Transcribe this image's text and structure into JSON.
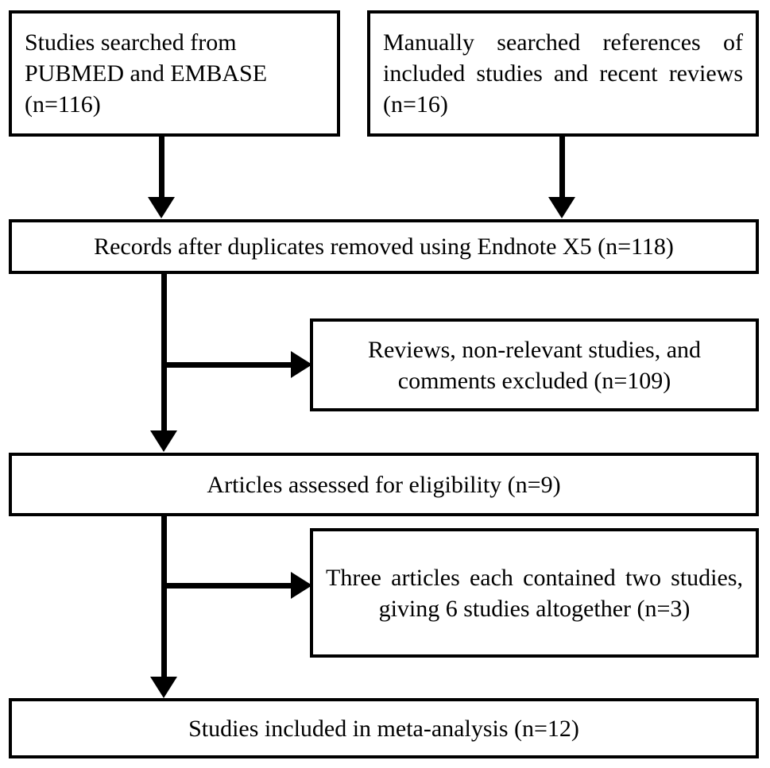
{
  "diagram": {
    "title": "PRISMA study selection flow diagram",
    "type": "flowchart",
    "background_color": "#ffffff",
    "line_color": "#000000",
    "text_color": "#000000",
    "nodes": [
      {
        "id": "identification-database",
        "text": "Studies searched from PUBMED and EMBASE (n=116)",
        "count_label": "(n=116)",
        "count": 116,
        "align": "left"
      },
      {
        "id": "identification-manual",
        "text": "Manually searched references of included studies and recent reviews (n=16)",
        "count_label": "(n=16)",
        "count": 16,
        "align": "justify"
      },
      {
        "id": "records-deduplicated",
        "text": "Records after duplicates removed using Endnote X5 (n=118)",
        "count_label": "(n=118)",
        "count": 118,
        "align": "center"
      },
      {
        "id": "records-excluded",
        "text": "Reviews, non-relevant studies, and comments excluded (n=109)",
        "count_label": "(n=109)",
        "count": 109,
        "align": "center"
      },
      {
        "id": "articles-eligibility",
        "text": "Articles assessed for eligibility (n=9)",
        "count_label": "(n=9)",
        "count": 9,
        "align": "center"
      },
      {
        "id": "articles-multiple-studies",
        "text": "Three articles each contained two studies, giving 6 studies altogether (n=3)",
        "count_label": "(n=3)",
        "count": 3,
        "align": "justify-center-last"
      },
      {
        "id": "studies-included",
        "text": "Studies included in meta-analysis (n=12)",
        "count_label": "(n=12)",
        "count": 12,
        "align": "center"
      }
    ],
    "connectors": [
      {
        "id": "database-to-records",
        "from": "identification-database",
        "to": "records-deduplicated",
        "direction": "down"
      },
      {
        "id": "manual-to-records",
        "from": "identification-manual",
        "to": "records-deduplicated",
        "direction": "down"
      },
      {
        "id": "records-to-excluded",
        "from": "records-deduplicated",
        "to": "records-excluded",
        "direction": "right"
      },
      {
        "id": "records-to-eligibility",
        "from": "records-deduplicated",
        "to": "articles-eligibility",
        "direction": "down"
      },
      {
        "id": "eligibility-to-multiple",
        "from": "articles-eligibility",
        "to": "articles-multiple-studies",
        "direction": "right"
      },
      {
        "id": "eligibility-to-included",
        "from": "articles-eligibility",
        "to": "studies-included",
        "direction": "down"
      }
    ]
  }
}
